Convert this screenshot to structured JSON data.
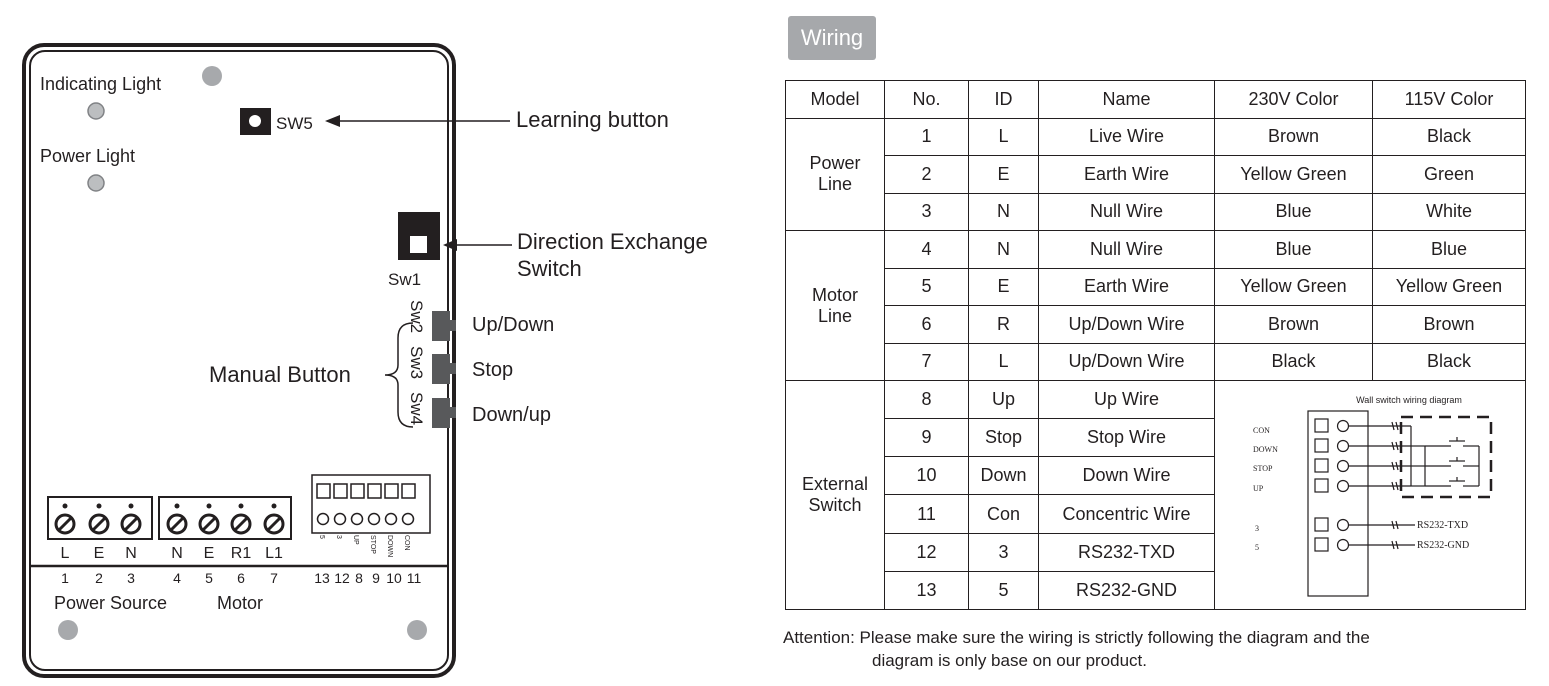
{
  "controller": {
    "indicating_light": "Indicating Light",
    "power_light": "Power Light",
    "sw5": "SW5",
    "learning_button": "Learning button",
    "direction_exchange_line1": "Direction Exchange",
    "direction_exchange_line2": "Switch",
    "sw1": "Sw1",
    "sw2": "Sw2",
    "sw3": "Sw3",
    "sw4": "Sw4",
    "up_down": "Up/Down",
    "stop": "Stop",
    "down_up": "Down/up",
    "manual_button": "Manual Button",
    "terminal_letters": [
      "L",
      "E",
      "N",
      "N",
      "E",
      "R1",
      "L1"
    ],
    "terminal_numbers": [
      "1",
      "2",
      "3",
      "4",
      "5",
      "6",
      "7"
    ],
    "dip_labels": [
      "5",
      "3",
      "UP",
      "STOP",
      "DOWN",
      "CON"
    ],
    "dip_numbers": [
      "13",
      "12",
      "8",
      "9",
      "10",
      "11"
    ],
    "power_source": "Power Source",
    "motor": "Motor"
  },
  "wiring": {
    "title": "Wiring",
    "headers": [
      "Model",
      "No.",
      "ID",
      "Name",
      "230V Color",
      "115V Color"
    ],
    "groups": [
      {
        "model": [
          "Power",
          "Line"
        ],
        "rows": [
          [
            "1",
            "L",
            "Live Wire",
            "Brown",
            "Black"
          ],
          [
            "2",
            "E",
            "Earth Wire",
            "Yellow Green",
            "Green"
          ],
          [
            "3",
            "N",
            "Null Wire",
            "Blue",
            "White"
          ]
        ]
      },
      {
        "model": [
          "Motor",
          "Line"
        ],
        "rows": [
          [
            "4",
            "N",
            "Null Wire",
            "Blue",
            "Blue"
          ],
          [
            "5",
            "E",
            "Earth Wire",
            "Yellow Green",
            "Yellow Green"
          ],
          [
            "6",
            "R",
            "Up/Down Wire",
            "Brown",
            "Brown"
          ],
          [
            "7",
            "L",
            "Up/Down Wire",
            "Black",
            "Black"
          ]
        ]
      },
      {
        "model": [
          "External",
          "Switch"
        ],
        "rows": [
          [
            "8",
            "Up",
            "Up Wire"
          ],
          [
            "9",
            "Stop",
            "Stop Wire"
          ],
          [
            "10",
            "Down",
            "Down Wire"
          ],
          [
            "11",
            "Con",
            "Concentric Wire"
          ],
          [
            "12",
            "3",
            "RS232-TXD"
          ],
          [
            "13",
            "5",
            "RS232-GND"
          ]
        ]
      }
    ],
    "wall_switch": {
      "title": "Wall switch wiring diagram",
      "labels": [
        "CON",
        "DOWN",
        "STOP",
        "UP",
        "3",
        "5"
      ],
      "rs232_txd": "RS232-TXD",
      "rs232_gnd": "RS232-GND"
    },
    "attention_line1": "Attention: Please make sure the wiring is strictly following the diagram and the",
    "attention_line2": "diagram is only base on our product."
  }
}
